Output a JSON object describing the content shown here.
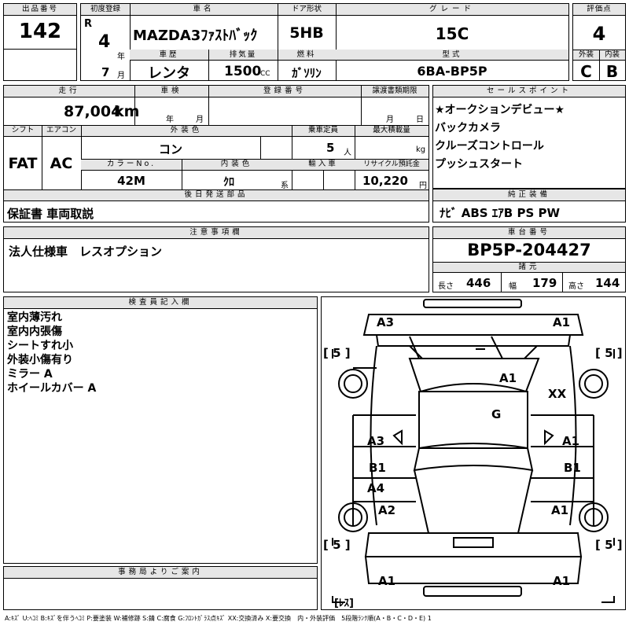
{
  "header": {
    "lot_label": "出品番号",
    "lot_no": "142",
    "first_reg_label": "初度登録",
    "era": "R",
    "reg_year": "4",
    "year_unit": "年",
    "reg_month": "7",
    "month_unit": "月",
    "car_name_label": "車名",
    "car_name": "MAZDA3ﾌｧｽﾄﾊﾞｯｸ",
    "door_label": "ドア形状",
    "door": "5HB",
    "grade_label": "グレード",
    "grade": "15C",
    "score_label": "評価点",
    "score": "4",
    "history_label": "車歴",
    "history": "レンタ",
    "displacement_label": "排気量",
    "displacement": "1500",
    "cc": "CC",
    "fuel_label": "燃料",
    "fuel": "ｶﾞｿﾘﾝ",
    "model_label": "型式",
    "model": "6BA-BP5P",
    "ext_label": "外装",
    "ext": "C",
    "int_label": "内装",
    "int": "B"
  },
  "row2": {
    "mileage_label": "走行",
    "mileage": "87,004",
    "km": "km",
    "inspection_label": "車検",
    "year_unit": "年",
    "month_unit": "月",
    "plate_label": "登録番号",
    "transfer_label": "譲渡書類期限",
    "t_month": "月",
    "t_day": "日",
    "shift_label": "シフト",
    "shift": "FAT",
    "ac_label": "エアコン",
    "ac": "AC",
    "ext_color_label": "外装色",
    "ext_color": "コン",
    "seats_label": "乗車定員",
    "seats": "5",
    "seats_unit": "人",
    "load_label": "最大積載量",
    "load_unit": "kg",
    "color_no_label": "カラーNo.",
    "color_no": "42M",
    "int_color_label": "内装色",
    "int_color": "ｸﾛ",
    "int_unit": "系",
    "import_label": "輸入車",
    "recycle_label": "リサイクル預託金",
    "recycle": "10,220",
    "recycle_unit": "円",
    "later_label": "後日発送部品",
    "later": "保証書 車両取説"
  },
  "sales": {
    "label": "セールスポイント",
    "items": [
      "★オークションデビュー★",
      "バックカメラ",
      "クルーズコントロール",
      "プッシュスタート"
    ]
  },
  "equipment": {
    "label": "純正装備",
    "value": "ﾅﾋﾞ ABS ｴｱB PS PW"
  },
  "caution": {
    "label": "注意事項欄",
    "value": "法人仕様車　レスオプション"
  },
  "chassis": {
    "label": "車台番号",
    "value": "BP5P-204427",
    "spec_label": "諸元",
    "len_label": "長さ",
    "len": "446",
    "wid_label": "幅",
    "wid": "179",
    "hgt_label": "高さ",
    "hgt": "144"
  },
  "inspector": {
    "label": "検査員記入欄",
    "lines": [
      "室内薄汚れ",
      "室内内張傷",
      "シートすれ小",
      "外装小傷有り",
      "ミラー A",
      "ホイールカバー A"
    ]
  },
  "office": {
    "label": "事務局よりご案内"
  },
  "diagram": {
    "marks": {
      "a3_top": "A3",
      "a1_top": "A1",
      "a1_roof": "A1",
      "xx": "XX",
      "g": "G",
      "a3_left": "A3",
      "a1_right": "A1",
      "b1_left": "B1",
      "b1_right": "B1",
      "a4": "A4",
      "a2": "A2",
      "a1_rr": "A1",
      "a1_bl": "A1",
      "a1_br": "A1"
    },
    "tires": {
      "tl": "[ 5 ]",
      "tr": "[ 5 ]",
      "bl": "[ 5 ]",
      "br": "[ 5 ]"
    },
    "less": "[ﾚｽ]"
  },
  "legend": "A:ｷｽﾞ U:ﾍｺﾐ B:ｷｽﾞを伴うﾍｺﾐ P:要塗装 W:補修跡 S:錆 C:腐食 G:ﾌﾛﾝﾄｶﾞﾗｽ点ｷｽﾞ XX:交換済み X:要交換　内・外装評価　5段階ﾗﾝｸ順(A・B・C・D・E) 1"
}
